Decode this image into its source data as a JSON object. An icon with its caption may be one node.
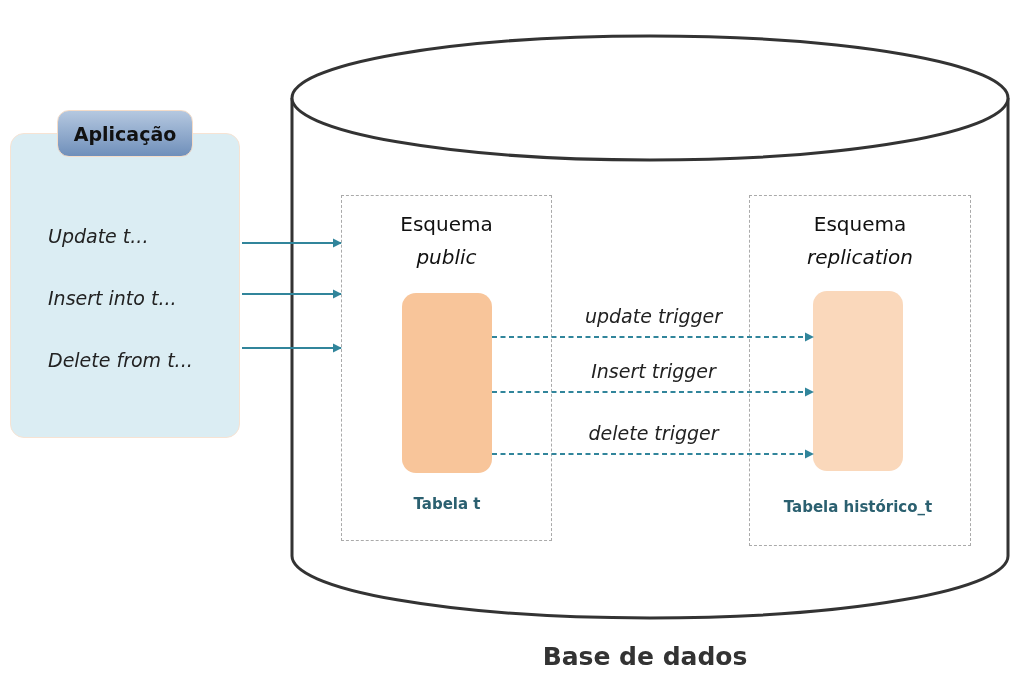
{
  "diagram": {
    "nodes": [
      {
        "text": [
          "Aplicação",
          "Update t...",
          "Insert into t...",
          "Delete from t..."
        ]
      },
      {
        "text": [
          "Base de dados"
        ]
      },
      {
        "text": [
          "Esquema *public*"
        ],
        "in": 1
      },
      {
        "text": [],
        "shape": "box",
        "in": 2,
        "beside": [
          "Tabela t"
        ]
      },
      {
        "text": [
          "Esquema *replication*"
        ],
        "in": 1
      },
      {
        "text": [],
        "shape": "box",
        "in": 4,
        "beside": [
          "Tabela histórico_t"
        ]
      }
    ],
    "edges": [
      {
        "from": 0,
        "to": 2,
        "arrow": "to"
      },
      {
        "from": 0,
        "to": 2,
        "arrow": "to"
      },
      {
        "from": 0,
        "to": 2,
        "arrow": "to"
      },
      {
        "from": 3,
        "to": 5,
        "arrow": "to",
        "label": "update trigger",
        "style": "dashed"
      },
      {
        "from": 3,
        "to": 5,
        "arrow": "to",
        "label": "Insert trigger",
        "style": "dashed"
      },
      {
        "from": 3,
        "to": 5,
        "arrow": "to",
        "label": "delete trigger",
        "style": "dashed"
      }
    ]
  }
}
